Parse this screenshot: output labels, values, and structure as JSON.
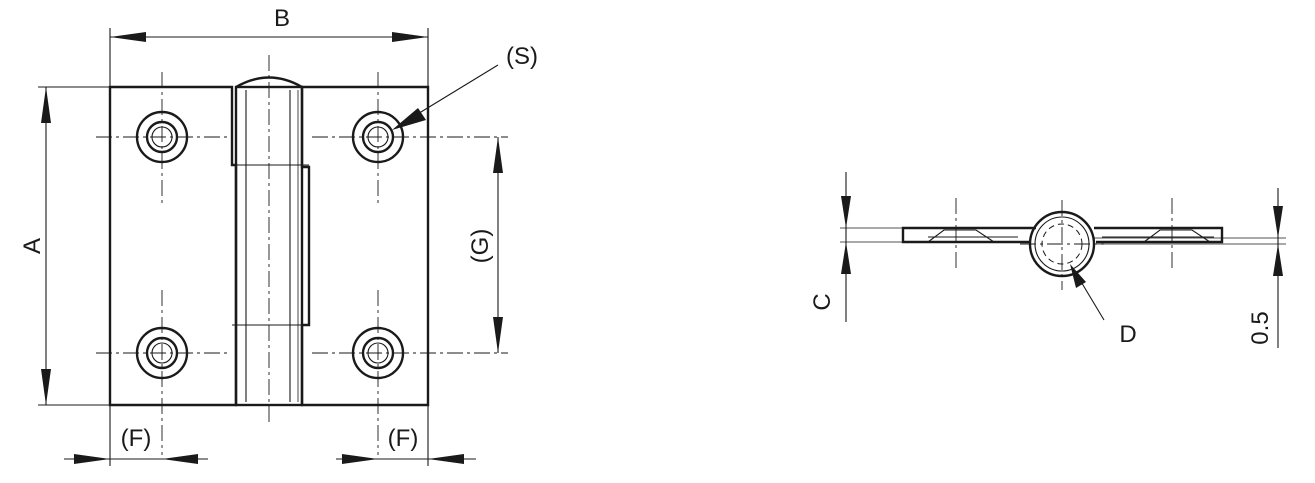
{
  "labels": {
    "B": "B",
    "S": "(S)",
    "A": "A",
    "G": "(G)",
    "F_left": "(F)",
    "F_right": "(F)",
    "C": "C",
    "D": "D",
    "thickness": "0.5"
  }
}
